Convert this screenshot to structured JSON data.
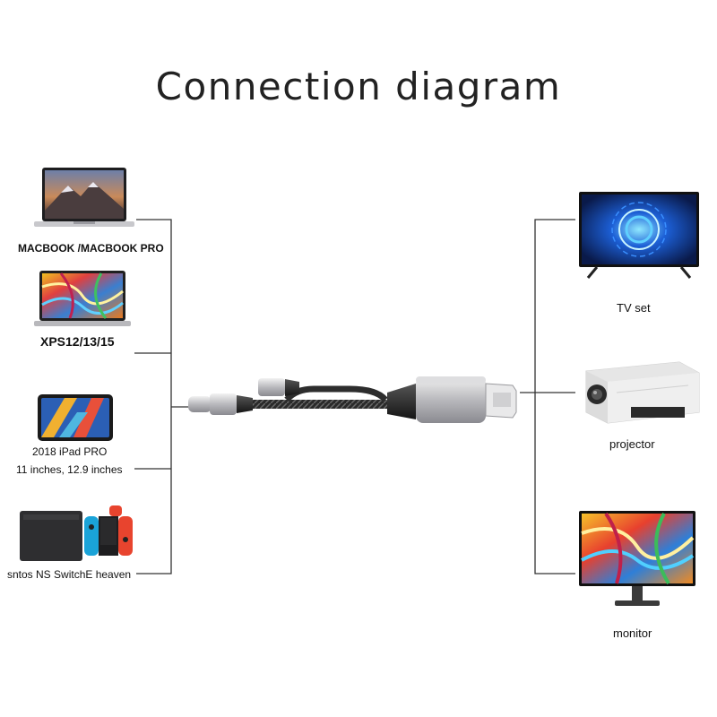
{
  "title": "Connection diagram",
  "sources": [
    {
      "label": "MACBOOK /MACBOOK PRO"
    },
    {
      "label": "XPS12/13/15"
    },
    {
      "label": "2018 iPad PRO",
      "sublabel": "11 inches, 12.9 inches"
    },
    {
      "label": "sntos NS SwitchE heaven"
    }
  ],
  "displays": [
    {
      "label": "TV set"
    },
    {
      "label": "projector"
    },
    {
      "label": "monitor"
    }
  ]
}
